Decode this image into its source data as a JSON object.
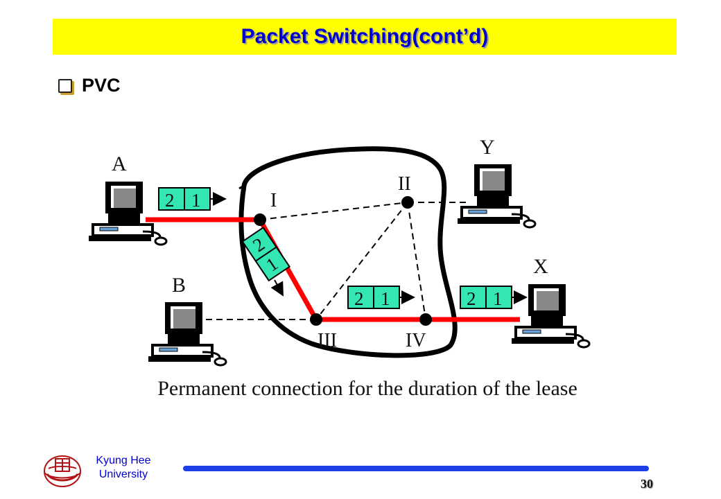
{
  "title": "Packet Switching(cont’d)",
  "bullet": "PVC",
  "diagram": {
    "stations": {
      "a": "A",
      "b": "B",
      "x": "X",
      "y": "Y"
    },
    "switches": {
      "s1": "I",
      "s2": "II",
      "s3": "III",
      "s4": "IV"
    },
    "packets": {
      "p1": {
        "first": "2",
        "second": "1"
      },
      "p2": {
        "first": "2",
        "second": "1"
      },
      "p3": {
        "first": "2",
        "second": "1"
      },
      "p4": {
        "first": "2",
        "second": "1"
      }
    },
    "colors": {
      "path": "#ff0000",
      "packet": "#33e6b4",
      "cloud": "#000000"
    }
  },
  "caption": "Permanent connection for the duration of the lease",
  "footer": {
    "university_line1": "Kyung Hee",
    "university_line2": "University",
    "page": "30"
  }
}
